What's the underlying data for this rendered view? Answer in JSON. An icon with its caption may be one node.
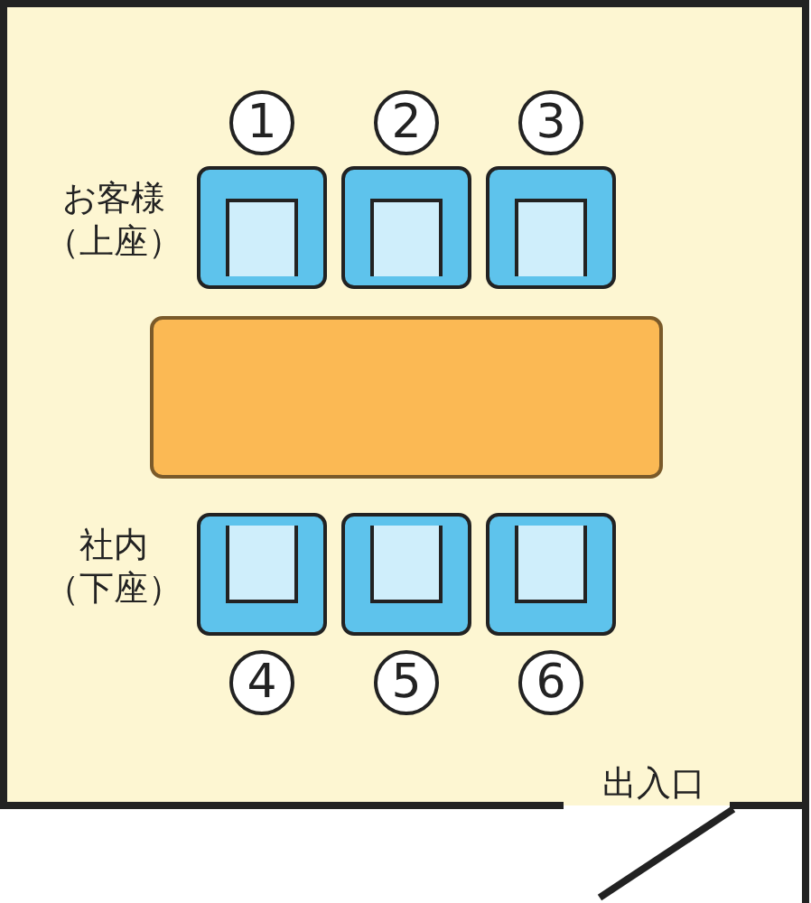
{
  "diagram": {
    "labels": [
      "1",
      "2",
      "3",
      "お客様（上座）",
      "社内（下座）",
      "4",
      "5",
      "6",
      "出入口"
    ]
  }
}
